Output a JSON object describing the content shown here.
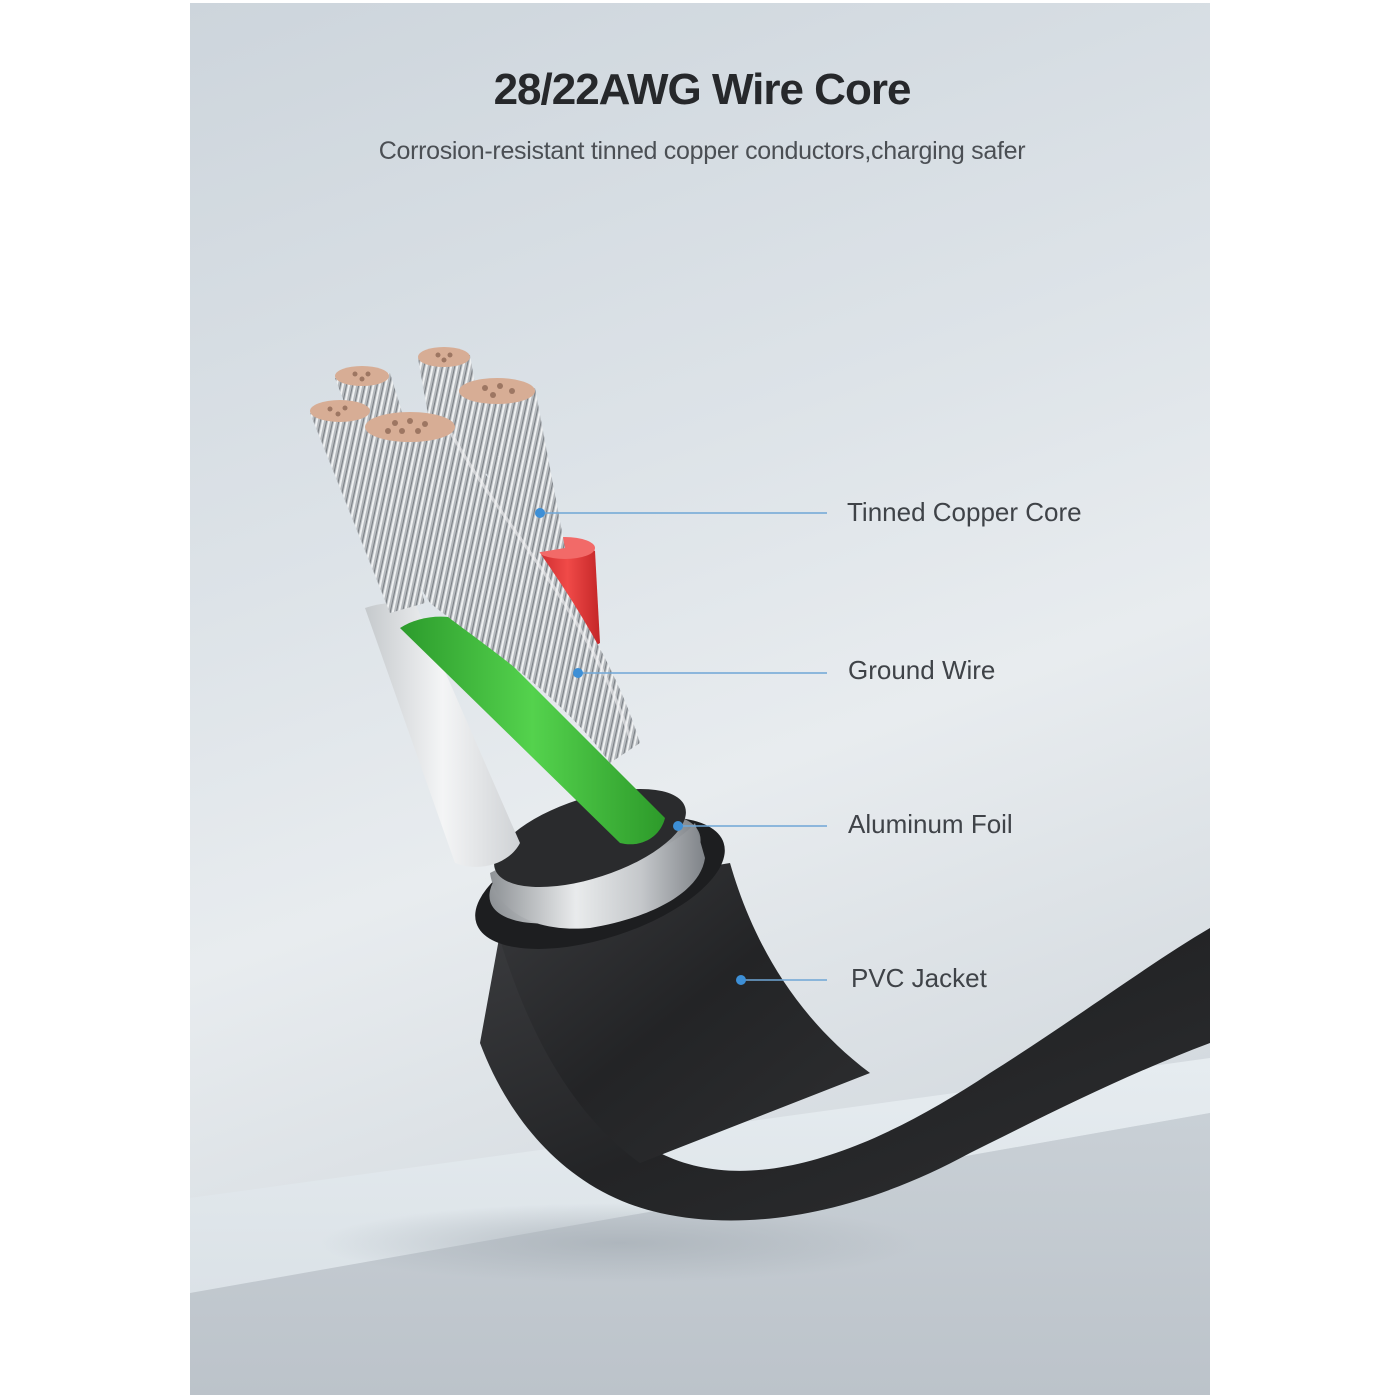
{
  "header": {
    "title": "28/22AWG Wire Core",
    "subtitle": "Corrosion-resistant tinned copper conductors,charging safer"
  },
  "callouts": [
    {
      "id": "tinned-copper-core",
      "label": "Tinned Copper Core"
    },
    {
      "id": "ground-wire",
      "label": "Ground Wire"
    },
    {
      "id": "aluminum-foil",
      "label": "Aluminum Foil"
    },
    {
      "id": "pvc-jacket",
      "label": "PVC Jacket"
    }
  ],
  "colors": {
    "callout_line": "#6fa6d6",
    "callout_dot": "#3d8fd6",
    "title_text": "#26282b",
    "wire_red": "#e8383a",
    "wire_green": "#3fbf3a",
    "wire_white": "#eef0f1",
    "jacket_black": "#2a2b2d",
    "copper_tip": "#e0b49a"
  }
}
